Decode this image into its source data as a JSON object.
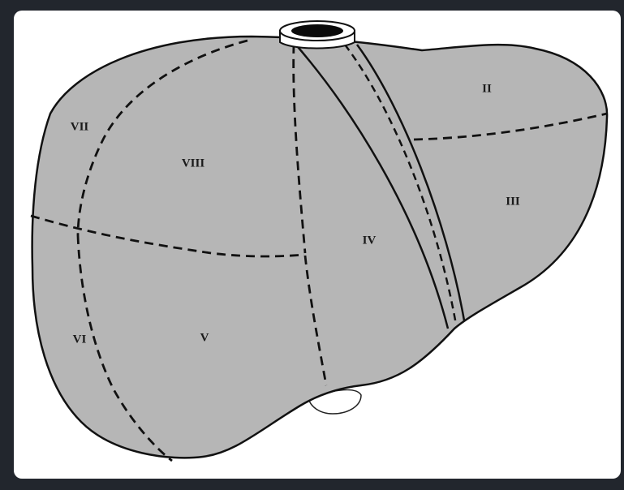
{
  "figure": {
    "colors": {
      "background": "#22262d",
      "card": "#ffffff",
      "liver_fill": "#b6b6b6",
      "outline": "#111111"
    },
    "segment_labels": {
      "seg_ii": "II",
      "seg_iii": "III",
      "seg_iv": "IV",
      "seg_v": "V",
      "seg_vi": "VI",
      "seg_vii": "VII",
      "seg_viii": "VIII"
    }
  }
}
